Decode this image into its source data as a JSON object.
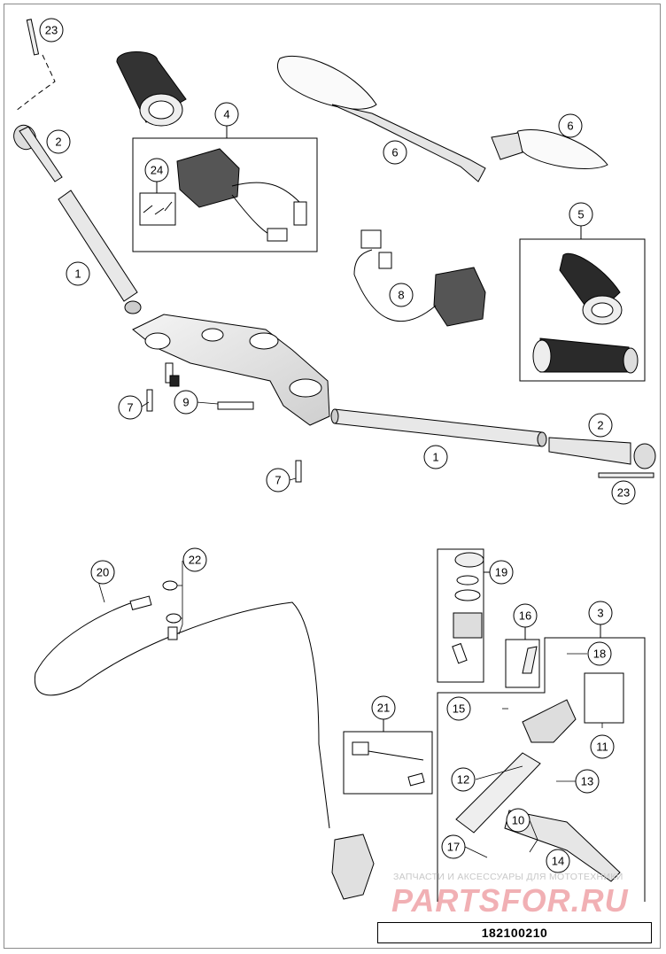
{
  "diagram_id": "182100210",
  "watermark": {
    "line1": "ЗАПЧАСТИ И АКСЕССУАРЫ ДЛЯ МОТОТЕХНИКИ",
    "line2": "PARTSFOR.RU"
  },
  "callouts": {
    "c23a": "23",
    "c2a": "2",
    "c4": "4",
    "c24": "24",
    "c6a": "6",
    "c6b": "6",
    "c5": "5",
    "c1a": "1",
    "c8": "8",
    "c7a": "7",
    "c9": "9",
    "c2b": "2",
    "c1b": "1",
    "c7b": "7",
    "c23b": "23",
    "c20": "20",
    "c22": "22",
    "c19": "19",
    "c3": "3",
    "c16": "16",
    "c18": "18",
    "c15": "15",
    "c21": "21",
    "c11": "11",
    "c12": "12",
    "c13": "13",
    "c10": "10",
    "c17": "17",
    "c14": "14"
  },
  "colors": {
    "line": "#000000",
    "part_fill": "#e9e9e9",
    "part_dark": "#2a2a2a",
    "watermark_red": "#d71e28"
  }
}
